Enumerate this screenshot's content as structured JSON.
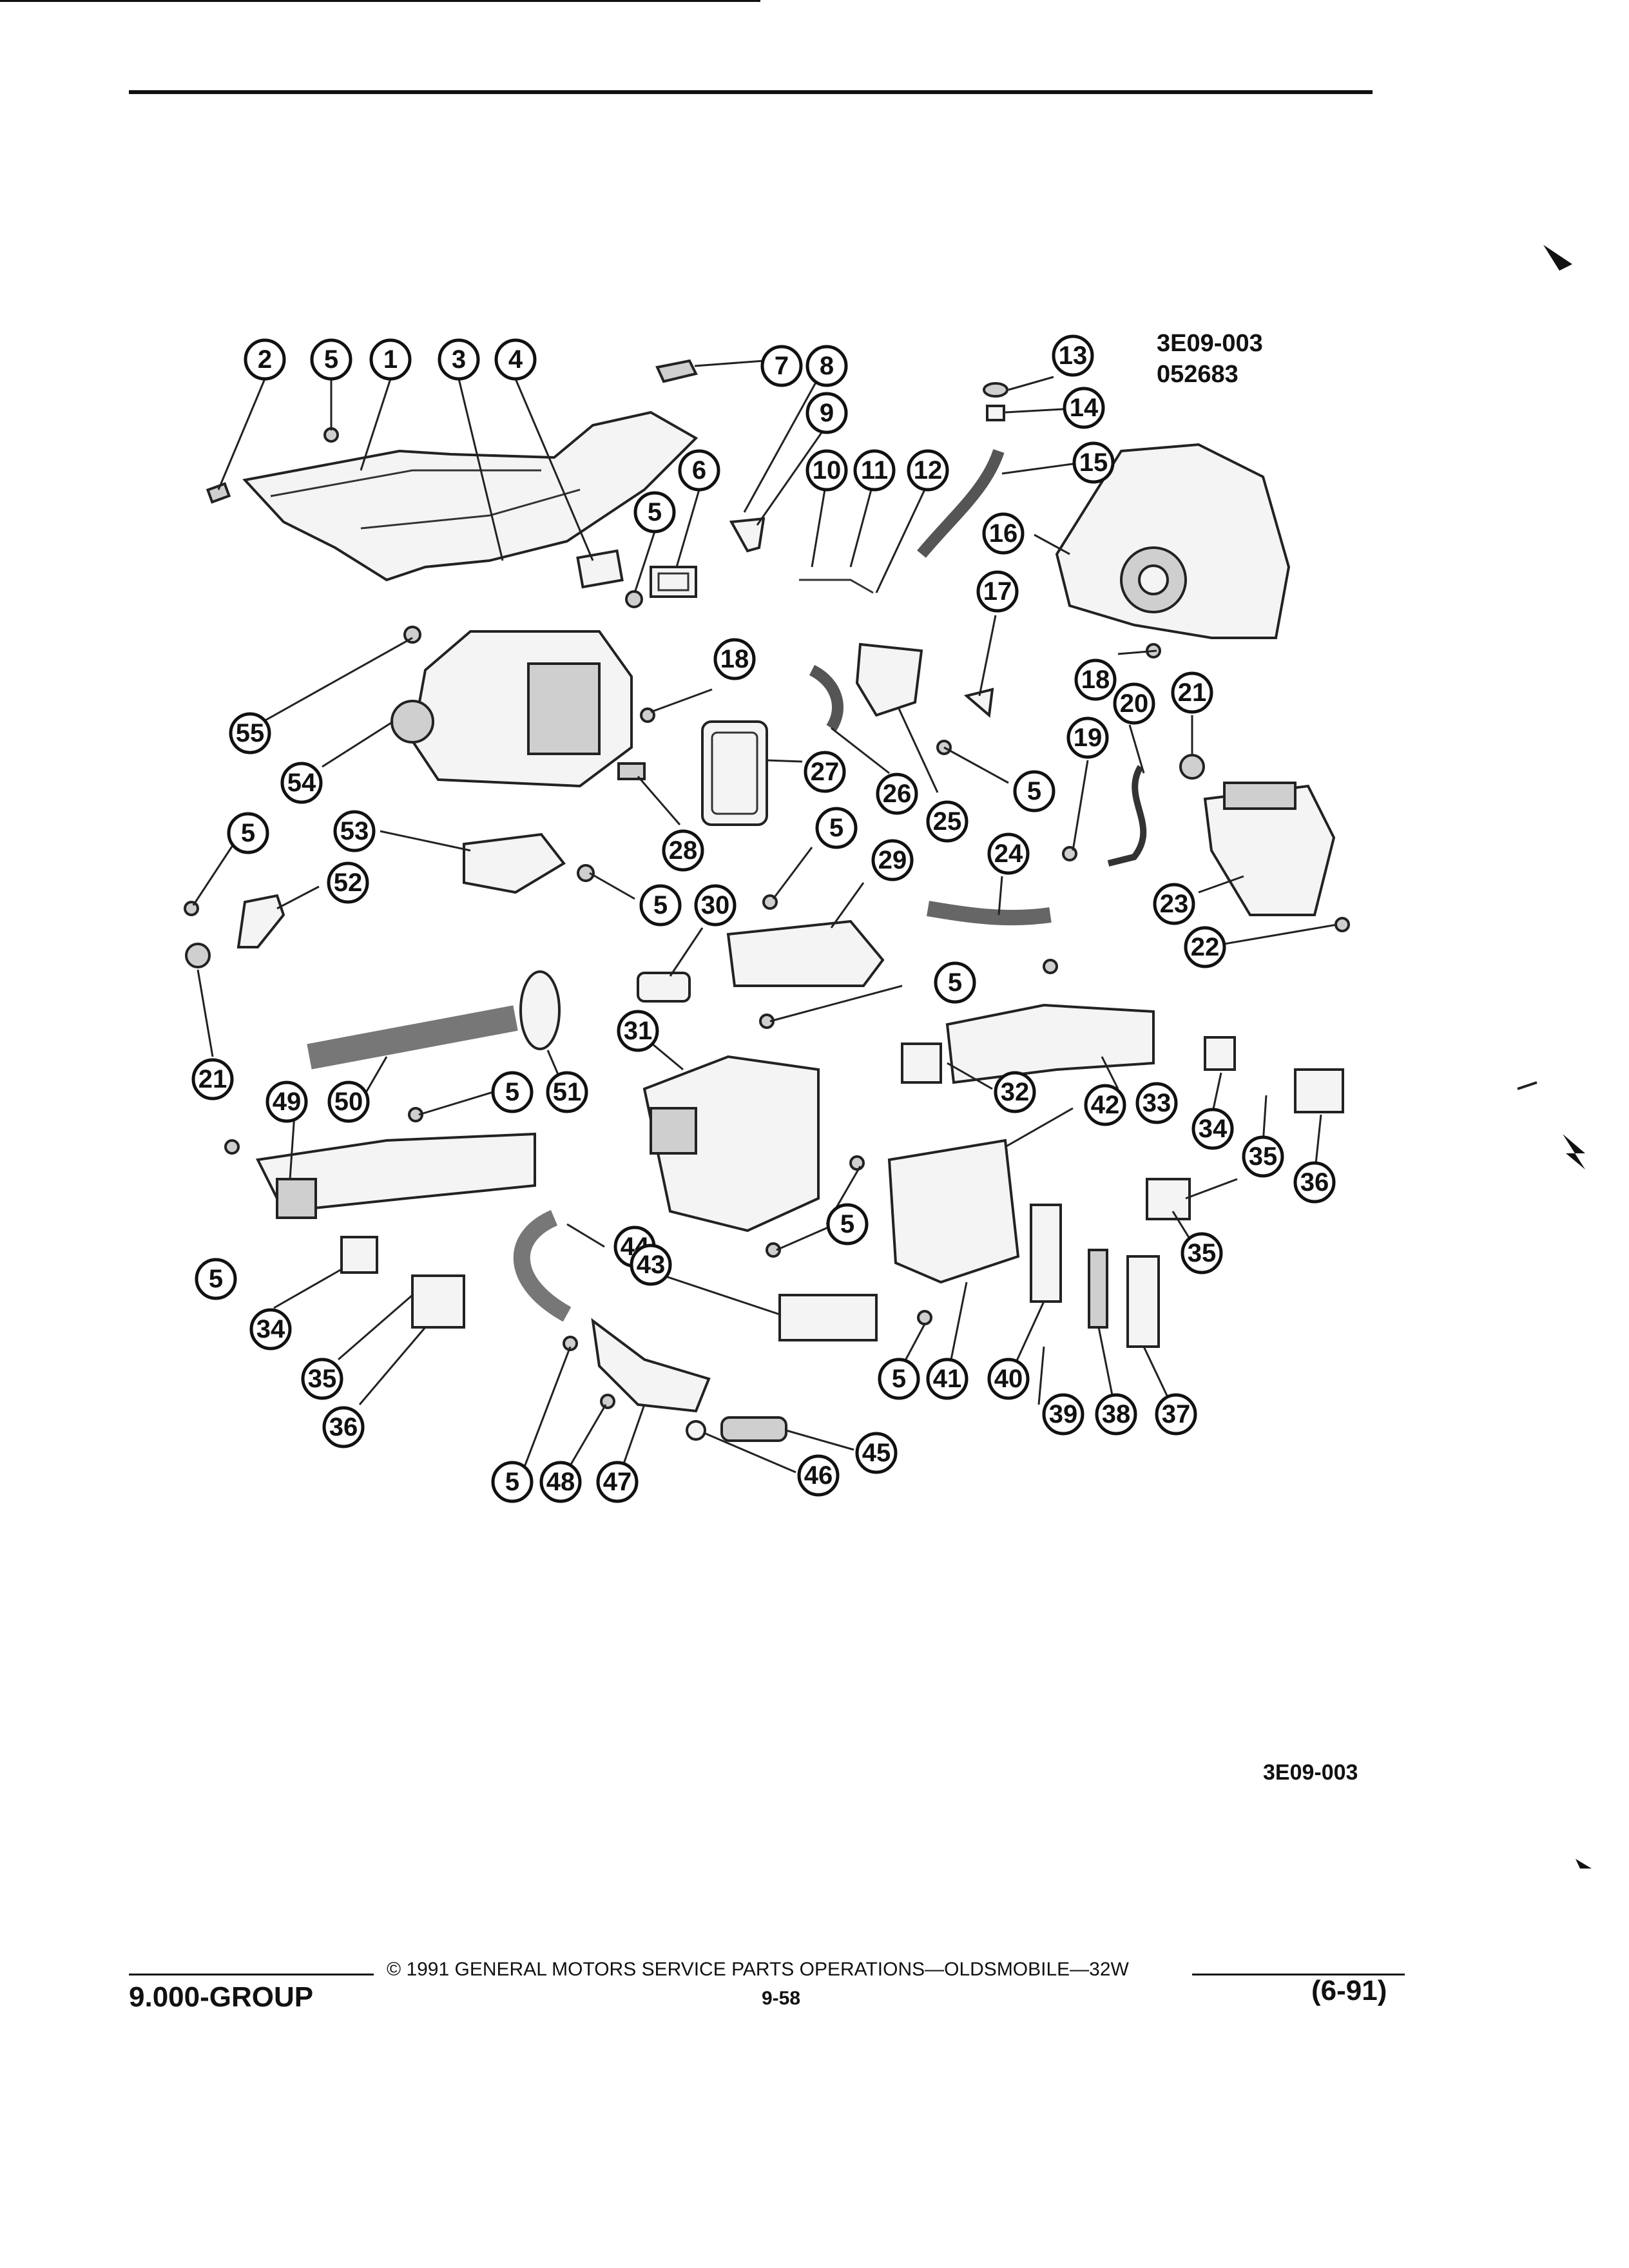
{
  "figure": {
    "code_primary": "3E09-003",
    "code_secondary": "052683",
    "code_caption": "3E09-003"
  },
  "callouts": [
    {
      "id": "c2a",
      "label": "2"
    },
    {
      "id": "c5a",
      "label": "5"
    },
    {
      "id": "c1",
      "label": "1"
    },
    {
      "id": "c3",
      "label": "3"
    },
    {
      "id": "c4",
      "label": "4"
    },
    {
      "id": "c7",
      "label": "7"
    },
    {
      "id": "c8",
      "label": "8"
    },
    {
      "id": "c9",
      "label": "9"
    },
    {
      "id": "c10",
      "label": "10"
    },
    {
      "id": "c11",
      "label": "11"
    },
    {
      "id": "c12",
      "label": "12"
    },
    {
      "id": "c13",
      "label": "13"
    },
    {
      "id": "c14",
      "label": "14"
    },
    {
      "id": "c15",
      "label": "15"
    },
    {
      "id": "c16",
      "label": "16"
    },
    {
      "id": "c17",
      "label": "17"
    },
    {
      "id": "c6",
      "label": "6"
    },
    {
      "id": "c5b",
      "label": "5"
    },
    {
      "id": "c18a",
      "label": "18"
    },
    {
      "id": "c18b",
      "label": "18"
    },
    {
      "id": "c19",
      "label": "19"
    },
    {
      "id": "c20",
      "label": "20"
    },
    {
      "id": "c21a",
      "label": "21"
    },
    {
      "id": "c55",
      "label": "55"
    },
    {
      "id": "c54",
      "label": "54"
    },
    {
      "id": "c27",
      "label": "27"
    },
    {
      "id": "c26",
      "label": "26"
    },
    {
      "id": "c25",
      "label": "25"
    },
    {
      "id": "c5c",
      "label": "5"
    },
    {
      "id": "c28",
      "label": "28"
    },
    {
      "id": "c53",
      "label": "53"
    },
    {
      "id": "c5d",
      "label": "5"
    },
    {
      "id": "c52",
      "label": "52"
    },
    {
      "id": "c5e",
      "label": "5"
    },
    {
      "id": "c5f",
      "label": "5"
    },
    {
      "id": "c29",
      "label": "29"
    },
    {
      "id": "c24",
      "label": "24"
    },
    {
      "id": "c23",
      "label": "23"
    },
    {
      "id": "c22",
      "label": "22"
    },
    {
      "id": "c30",
      "label": "30"
    },
    {
      "id": "c21b",
      "label": "21"
    },
    {
      "id": "c5g",
      "label": "5"
    },
    {
      "id": "c31",
      "label": "31"
    },
    {
      "id": "c32",
      "label": "32"
    },
    {
      "id": "c33",
      "label": "33"
    },
    {
      "id": "c34a",
      "label": "34"
    },
    {
      "id": "c35a",
      "label": "35"
    },
    {
      "id": "c36a",
      "label": "36"
    },
    {
      "id": "c49",
      "label": "49"
    },
    {
      "id": "c50",
      "label": "50"
    },
    {
      "id": "c5h",
      "label": "5"
    },
    {
      "id": "c51",
      "label": "51"
    },
    {
      "id": "c42",
      "label": "42"
    },
    {
      "id": "c5i",
      "label": "5"
    },
    {
      "id": "c5j",
      "label": "5"
    },
    {
      "id": "c44",
      "label": "44"
    },
    {
      "id": "c35b",
      "label": "35"
    },
    {
      "id": "c34b",
      "label": "34"
    },
    {
      "id": "c43",
      "label": "43"
    },
    {
      "id": "c35c",
      "label": "35"
    },
    {
      "id": "c36b",
      "label": "36"
    },
    {
      "id": "c41",
      "label": "41"
    },
    {
      "id": "c40",
      "label": "40"
    },
    {
      "id": "c5k",
      "label": "5"
    },
    {
      "id": "c39",
      "label": "39"
    },
    {
      "id": "c38",
      "label": "38"
    },
    {
      "id": "c37",
      "label": "37"
    },
    {
      "id": "c45",
      "label": "45"
    },
    {
      "id": "c46",
      "label": "46"
    },
    {
      "id": "c5l",
      "label": "5"
    },
    {
      "id": "c48",
      "label": "48"
    },
    {
      "id": "c47",
      "label": "47"
    }
  ],
  "footer": {
    "copyright": "© 1991 GENERAL MOTORS SERVICE PARTS OPERATIONS—OLDSMOBILE—32W",
    "group": "9.000-GROUP",
    "page": "9-58",
    "date": "(6-91)"
  }
}
